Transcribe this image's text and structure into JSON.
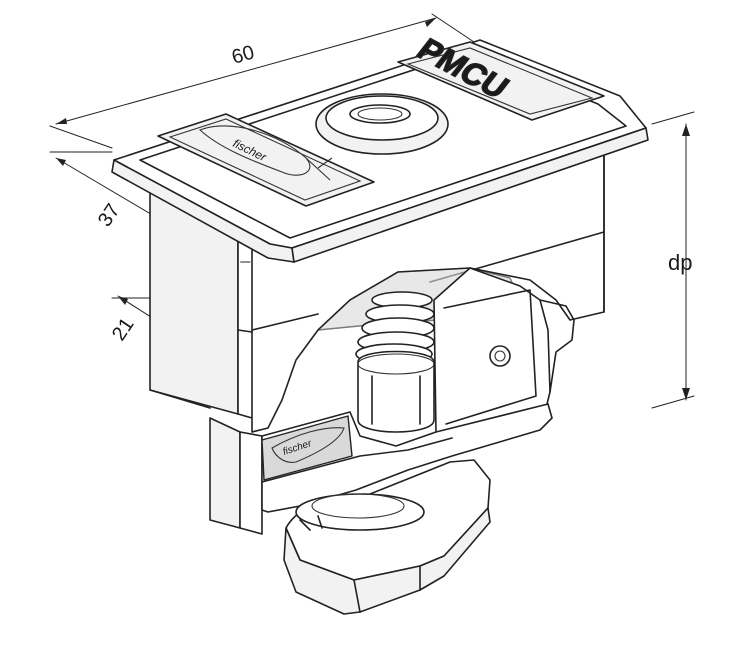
{
  "drawing": {
    "dimensions": {
      "width": "60",
      "depth_top": "37",
      "depth_bottom": "21",
      "height": "dp"
    },
    "logo_text_top": "fischer",
    "logo_text_side": "fischer",
    "product_marking": "PMCU"
  }
}
